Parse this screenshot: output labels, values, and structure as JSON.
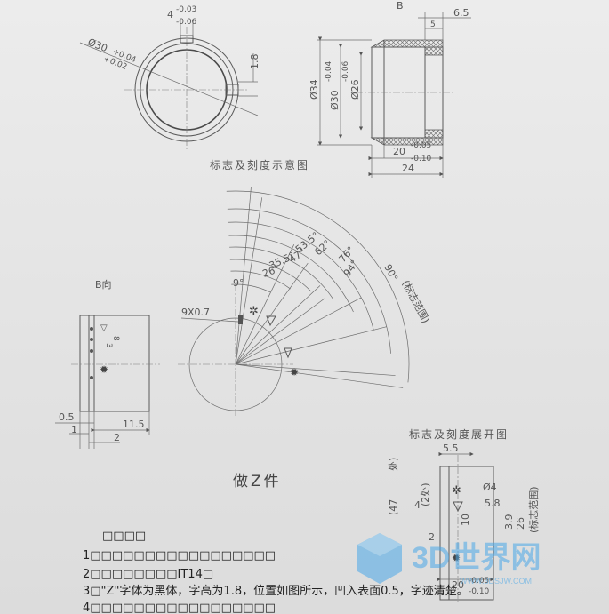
{
  "dims": {
    "outer_diam": "Ø30",
    "outer_tol_upper": "+0.04",
    "outer_tol_lower": "+0.02",
    "slot_width": "4",
    "slot_tol_upper": "-0.03",
    "slot_tol_lower": "-0.06",
    "slot_depth": "1.8",
    "b_label": "B",
    "top_len": "6.5",
    "top_len_inner": "5",
    "d34": "Ø34",
    "d30": "Ø30",
    "d30_tol_upper": "-0.04",
    "d30_tol_lower": "-0.06",
    "d26": "Ø26",
    "len20": "20",
    "len20_tol_upper": "-0.05",
    "len20_tol_lower": "-0.10",
    "len24": "24"
  },
  "captions": {
    "mark_scale": "标志及刻度示意图",
    "b_view": "B向",
    "unfold": "标志及刻度展开图",
    "make2": "做Z件"
  },
  "angles": {
    "a9": "9°",
    "a26": "26°",
    "a35": "35.5°",
    "a47": "47°",
    "a53": "53.5°",
    "a62": "62°",
    "a76": "76°",
    "a94": "94°",
    "a90": "90°",
    "range": "(标志范围)",
    "chamfer": "9X0.7"
  },
  "bview": {
    "d05": "0.5",
    "d1": "1",
    "d2": "2",
    "d115": "11.5",
    "m3": "3",
    "m8": "8"
  },
  "unfold_dims": {
    "w55": "5.5",
    "d4": "Ø4",
    "v4": "4",
    "v58": "5.8",
    "v39": "3.9",
    "v26": "26",
    "v47": "(47",
    "v2": "2",
    "v10": "10",
    "v2chu": "(2处)",
    "chu": "处)",
    "v20": "20",
    "v20u": "-0.05",
    "v20l": "-0.10",
    "range": "(标志范围)"
  },
  "notes": {
    "heading": "□□□□",
    "n1": "1□□□□□□□□□□□□□□□□□",
    "n2": "2□□□□□□□□IT14□",
    "n3": "3□\"Z\"字体为黑体，字高为1.8，位置如图所示，凹入表面0.5，字迹清楚。",
    "n4": "4□□□□□□□□□□□□□□□□□"
  },
  "watermark": {
    "text": "3D世界网",
    "sub": "WWW.3DSJW.COM"
  },
  "colors": {
    "line": "#5a5a5a",
    "watermark": "#4aa8e8"
  }
}
